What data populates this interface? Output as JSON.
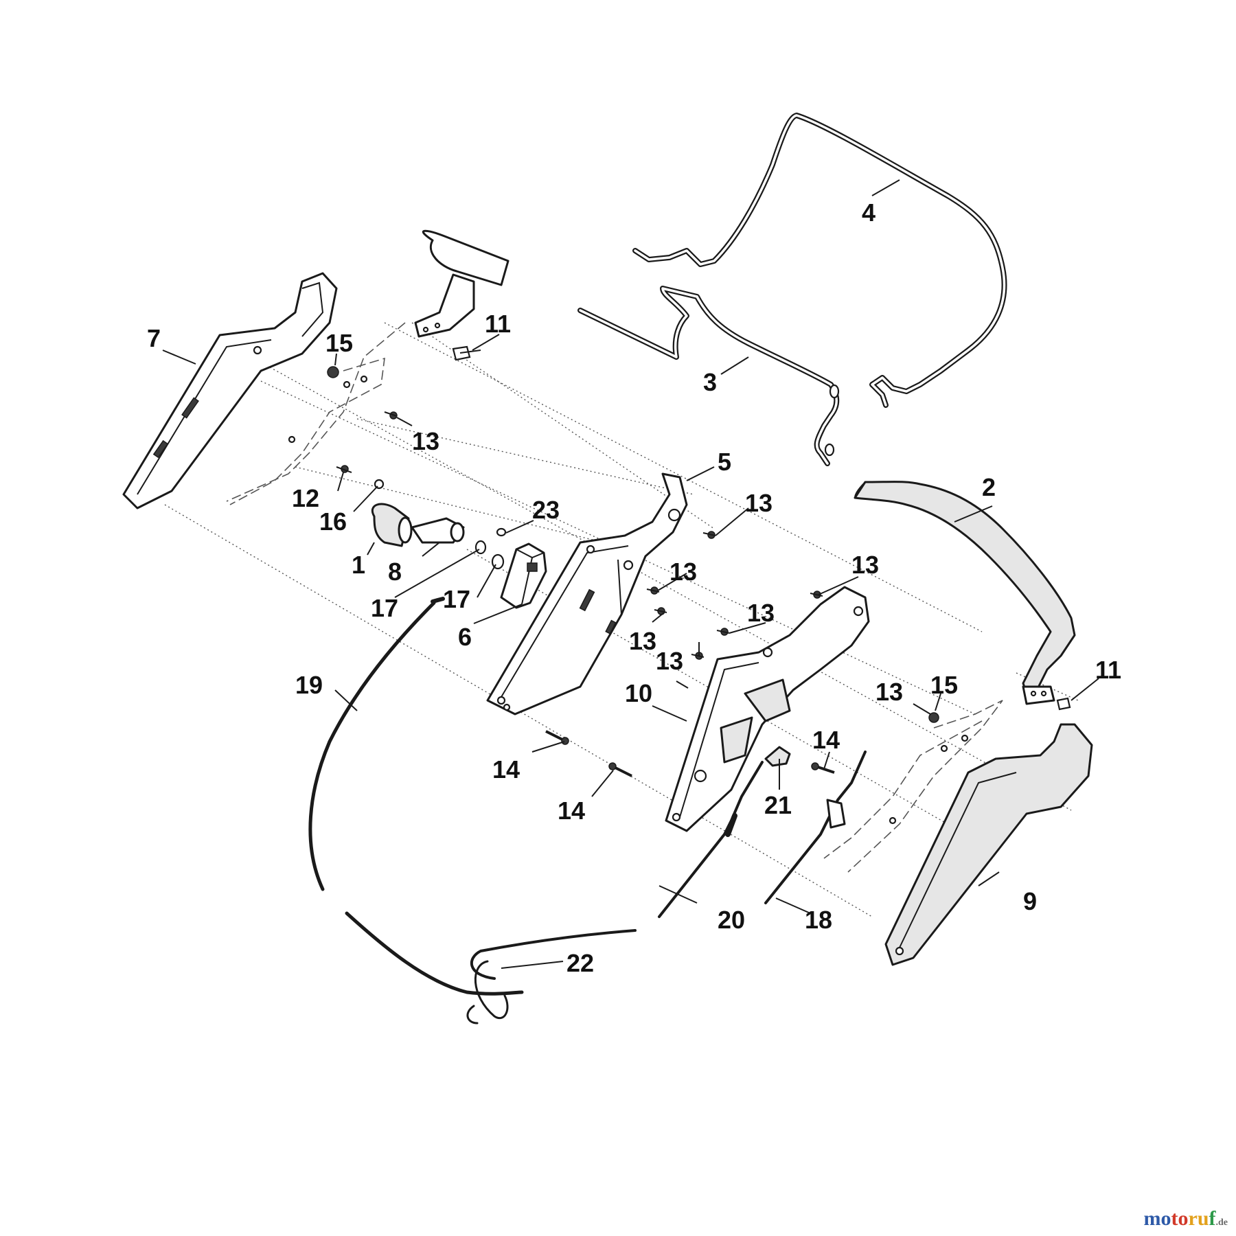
{
  "diagram": {
    "callouts": [
      {
        "id": "c1",
        "label": "1"
      },
      {
        "id": "c2",
        "label": "2"
      },
      {
        "id": "c3",
        "label": "3"
      },
      {
        "id": "c4",
        "label": "4"
      },
      {
        "id": "c5",
        "label": "5"
      },
      {
        "id": "c6",
        "label": "6"
      },
      {
        "id": "c7",
        "label": "7"
      },
      {
        "id": "c8",
        "label": "8"
      },
      {
        "id": "c9",
        "label": "9"
      },
      {
        "id": "c10",
        "label": "10"
      },
      {
        "id": "c11a",
        "label": "11"
      },
      {
        "id": "c11b",
        "label": "11"
      },
      {
        "id": "c12",
        "label": "12"
      },
      {
        "id": "c13a",
        "label": "13"
      },
      {
        "id": "c13b",
        "label": "13"
      },
      {
        "id": "c13c",
        "label": "13"
      },
      {
        "id": "c13d",
        "label": "13"
      },
      {
        "id": "c13e",
        "label": "13"
      },
      {
        "id": "c13f",
        "label": "13"
      },
      {
        "id": "c13g",
        "label": "13"
      },
      {
        "id": "c13h",
        "label": "13"
      },
      {
        "id": "c14a",
        "label": "14"
      },
      {
        "id": "c14b",
        "label": "14"
      },
      {
        "id": "c14c",
        "label": "14"
      },
      {
        "id": "c15a",
        "label": "15"
      },
      {
        "id": "c15b",
        "label": "15"
      },
      {
        "id": "c16",
        "label": "16"
      },
      {
        "id": "c17a",
        "label": "17"
      },
      {
        "id": "c17b",
        "label": "17"
      },
      {
        "id": "c18",
        "label": "18"
      },
      {
        "id": "c19",
        "label": "19"
      },
      {
        "id": "c20",
        "label": "20"
      },
      {
        "id": "c21",
        "label": "21"
      },
      {
        "id": "c22",
        "label": "22"
      },
      {
        "id": "c23",
        "label": "23"
      }
    ]
  },
  "watermark": {
    "part1": "mo",
    "part2": "to",
    "part3": "ru",
    "part4": "f",
    "part5": ".de"
  }
}
